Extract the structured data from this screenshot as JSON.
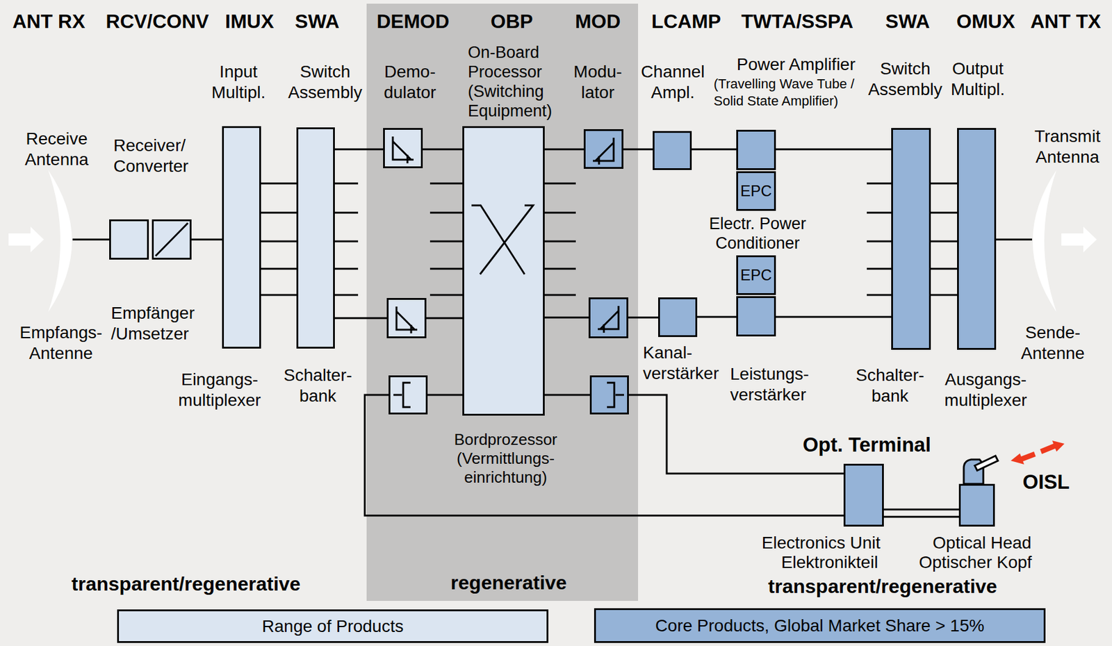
{
  "diagram": {
    "nodes": [
      {
        "text": [
          "Receive Antenna",
          "Empfangs- Antenne"
        ]
      },
      {
        "text": [
          "Receiver/ Converter",
          "Empfänger /Umsetzer"
        ]
      },
      {
        "text": [
          "Input Multipl.",
          "Eingangs- multiplexer"
        ]
      },
      {
        "text": [
          "Switch Assembly",
          "Schalter- bank"
        ]
      },
      {
        "text": [
          "Demo- dulator"
        ]
      },
      {
        "text": [
          "On-Board Processor (Switching Equipment)",
          "Bordprozessor (Vermittlungs- einrichtung)"
        ]
      },
      {
        "text": [
          "Modu- lator"
        ]
      },
      {
        "text": [
          "Channel Ampl."
        ]
      },
      {
        "text": [
          "Power Amplifier",
          "(Travelling Wave Tube / Solid State Amplifier)"
        ]
      },
      {
        "text": [
          "EPC"
        ]
      },
      {
        "text": [
          "EPC"
        ]
      },
      {
        "text": [
          "Kanal- verstärker"
        ]
      },
      {
        "text": [
          "Leistungs- verstärker"
        ]
      },
      {
        "text": [
          "Switch Assembly",
          "Schalter- bank"
        ]
      },
      {
        "text": [
          "Output Multipl.",
          "Ausgangs- multiplexer"
        ]
      },
      {
        "text": [
          "Transmit Antenna",
          "Sende- Antenne"
        ]
      },
      {
        "text": [
          "Electronics Unit",
          "Elektronikteil"
        ]
      },
      {
        "text": [
          "Optical Head",
          "Optischer Kopf"
        ]
      }
    ],
    "edges": [
      {
        "from": 0,
        "to": 1,
        "arrow": "none"
      },
      {
        "from": 1,
        "to": 2,
        "arrow": "none"
      },
      {
        "from": 2,
        "to": 3,
        "arrow": "none"
      },
      {
        "from": 2,
        "to": 3,
        "arrow": "none"
      },
      {
        "from": 2,
        "to": 3,
        "arrow": "none"
      },
      {
        "from": 2,
        "to": 3,
        "arrow": "none"
      },
      {
        "from": 2,
        "to": 3,
        "arrow": "none"
      },
      {
        "from": 3,
        "to": 4,
        "arrow": "none"
      },
      {
        "from": 4,
        "to": 5,
        "arrow": "none"
      },
      {
        "from": 5,
        "to": 6,
        "arrow": "none"
      },
      {
        "from": 6,
        "to": 7,
        "arrow": "none"
      },
      {
        "from": 7,
        "to": 8,
        "arrow": "none"
      },
      {
        "from": 8,
        "to": 13,
        "arrow": "none"
      },
      {
        "from": 11,
        "to": 12,
        "arrow": "none"
      },
      {
        "from": 12,
        "to": 13,
        "arrow": "none"
      },
      {
        "from": 13,
        "to": 14,
        "arrow": "none"
      },
      {
        "from": 13,
        "to": 14,
        "arrow": "none"
      },
      {
        "from": 13,
        "to": 14,
        "arrow": "none"
      },
      {
        "from": 13,
        "to": 14,
        "arrow": "none"
      },
      {
        "from": 13,
        "to": 14,
        "arrow": "none"
      },
      {
        "from": 14,
        "to": 15,
        "arrow": "none"
      },
      {
        "from": 16,
        "to": 17,
        "arrow": "none"
      }
    ],
    "labels": [
      "ANT RX",
      "RCV/CONV",
      "IMUX",
      "SWA",
      "DEMOD",
      "OBP",
      "MOD",
      "LCAMP",
      "TWTA/SSPA",
      "SWA",
      "OMUX",
      "ANT TX",
      "Electr. Power Conditioner",
      "Opt. Terminal",
      "OISL",
      "transparent/regenerative",
      "regenerative",
      "transparent/regenerative"
    ],
    "legend": [
      {
        "text": "Range of Products",
        "color": "#dbe5f1"
      },
      {
        "text": "Core Products, Global Market Share > 15%",
        "color": "#95b3d7"
      }
    ]
  }
}
